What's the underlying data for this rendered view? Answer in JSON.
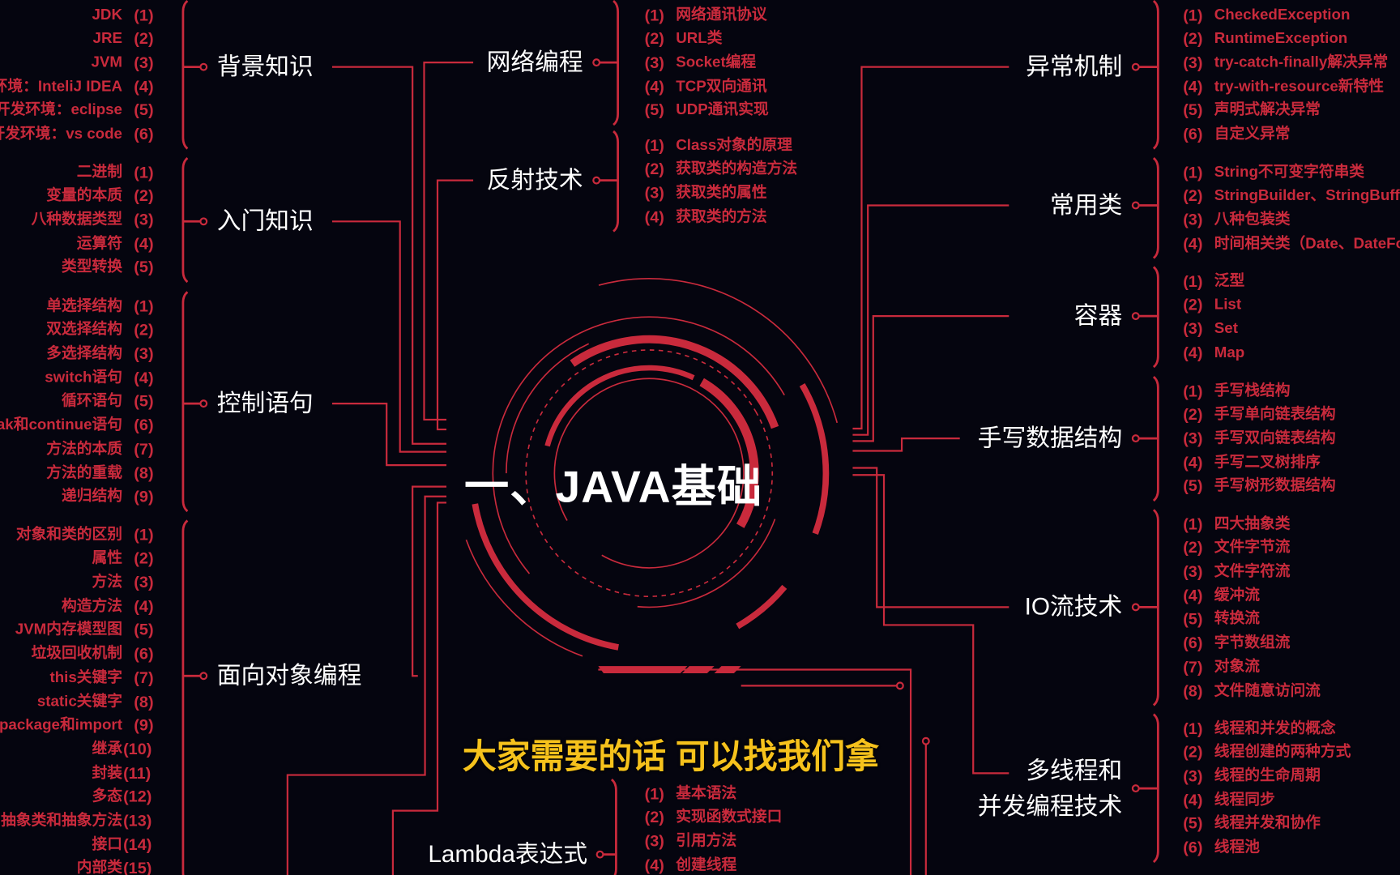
{
  "title": "一、JAVA基础",
  "subtitle": "大家需要的话 可以找我们拿",
  "colors": {
    "background": "#05050f",
    "accent_red": "#c92a3c",
    "label_white": "#ffffff",
    "subtitle_yellow": "#f6c21c"
  },
  "branches": [
    {
      "label": "背景知识",
      "items": [
        {
          "num": "(1)",
          "text": "JDK"
        },
        {
          "num": "(2)",
          "text": "JRE"
        },
        {
          "num": "(3)",
          "text": "JVM"
        },
        {
          "num": "(4)",
          "text": "开发环境：InteliJ IDEA"
        },
        {
          "num": "(5)",
          "text": "开发环境：eclipse"
        },
        {
          "num": "(6)",
          "text": "开发环境：vs code"
        }
      ]
    },
    {
      "label": "入门知识",
      "items": [
        {
          "num": "(1)",
          "text": "二进制"
        },
        {
          "num": "(2)",
          "text": "变量的本质"
        },
        {
          "num": "(3)",
          "text": "八种数据类型"
        },
        {
          "num": "(4)",
          "text": "运算符"
        },
        {
          "num": "(5)",
          "text": "类型转换"
        }
      ]
    },
    {
      "label": "控制语句",
      "items": [
        {
          "num": "(1)",
          "text": "单选择结构"
        },
        {
          "num": "(2)",
          "text": "双选择结构"
        },
        {
          "num": "(3)",
          "text": "多选择结构"
        },
        {
          "num": "(4)",
          "text": "switch语句"
        },
        {
          "num": "(5)",
          "text": "循环语句"
        },
        {
          "num": "(6)",
          "text": "break和continue语句"
        },
        {
          "num": "(7)",
          "text": "方法的本质"
        },
        {
          "num": "(8)",
          "text": "方法的重载"
        },
        {
          "num": "(9)",
          "text": "递归结构"
        }
      ]
    },
    {
      "label": "面向对象编程",
      "items": [
        {
          "num": "(1)",
          "text": "对象和类的区别"
        },
        {
          "num": "(2)",
          "text": "属性"
        },
        {
          "num": "(3)",
          "text": "方法"
        },
        {
          "num": "(4)",
          "text": "构造方法"
        },
        {
          "num": "(5)",
          "text": "JVM内存模型图"
        },
        {
          "num": "(6)",
          "text": "垃圾回收机制"
        },
        {
          "num": "(7)",
          "text": "this关键字"
        },
        {
          "num": "(8)",
          "text": "static关键字"
        },
        {
          "num": "(9)",
          "text": "package和import"
        },
        {
          "num": "(10)",
          "text": "继承"
        },
        {
          "num": "(11)",
          "text": "封装"
        },
        {
          "num": "(12)",
          "text": "多态"
        },
        {
          "num": "(13)",
          "text": "抽象类和抽象方法"
        },
        {
          "num": "(14)",
          "text": "接口"
        },
        {
          "num": "(15)",
          "text": "内部类"
        }
      ]
    },
    {
      "label": "网络编程",
      "items": [
        {
          "num": "(1)",
          "text": "网络通讯协议"
        },
        {
          "num": "(2)",
          "text": "URL类"
        },
        {
          "num": "(3)",
          "text": "Socket编程"
        },
        {
          "num": "(4)",
          "text": "TCP双向通讯"
        },
        {
          "num": "(5)",
          "text": "UDP通讯实现"
        }
      ]
    },
    {
      "label": "反射技术",
      "items": [
        {
          "num": "(1)",
          "text": "Class对象的原理"
        },
        {
          "num": "(2)",
          "text": "获取类的构造方法"
        },
        {
          "num": "(3)",
          "text": "获取类的属性"
        },
        {
          "num": "(4)",
          "text": "获取类的方法"
        }
      ]
    },
    {
      "label": "Lambda表达式",
      "items": [
        {
          "num": "(1)",
          "text": "基本语法"
        },
        {
          "num": "(2)",
          "text": "实现函数式接口"
        },
        {
          "num": "(3)",
          "text": "引用方法"
        },
        {
          "num": "(4)",
          "text": "创建线程"
        }
      ]
    },
    {
      "label": "异常机制",
      "items": [
        {
          "num": "(1)",
          "text": "CheckedException"
        },
        {
          "num": "(2)",
          "text": "RuntimeException"
        },
        {
          "num": "(3)",
          "text": "try-catch-finally解决异常"
        },
        {
          "num": "(4)",
          "text": "try-with-resource新特性"
        },
        {
          "num": "(5)",
          "text": "声明式解决异常"
        },
        {
          "num": "(6)",
          "text": "自定义异常"
        }
      ]
    },
    {
      "label": "常用类",
      "items": [
        {
          "num": "(1)",
          "text": "String不可变字符串类"
        },
        {
          "num": "(2)",
          "text": "StringBuilder、StringBuffer"
        },
        {
          "num": "(3)",
          "text": "八种包装类"
        },
        {
          "num": "(4)",
          "text": "时间相关类（Date、DateFormat）"
        }
      ]
    },
    {
      "label": "容器",
      "items": [
        {
          "num": "(1)",
          "text": "泛型"
        },
        {
          "num": "(2)",
          "text": "List"
        },
        {
          "num": "(3)",
          "text": "Set"
        },
        {
          "num": "(4)",
          "text": "Map"
        }
      ]
    },
    {
      "label": "手写数据结构",
      "items": [
        {
          "num": "(1)",
          "text": "手写栈结构"
        },
        {
          "num": "(2)",
          "text": "手写单向链表结构"
        },
        {
          "num": "(3)",
          "text": "手写双向链表结构"
        },
        {
          "num": "(4)",
          "text": "手写二叉树排序"
        },
        {
          "num": "(5)",
          "text": "手写树形数据结构"
        }
      ]
    },
    {
      "label": "IO流技术",
      "items": [
        {
          "num": "(1)",
          "text": "四大抽象类"
        },
        {
          "num": "(2)",
          "text": "文件字节流"
        },
        {
          "num": "(3)",
          "text": "文件字符流"
        },
        {
          "num": "(4)",
          "text": "缓冲流"
        },
        {
          "num": "(5)",
          "text": "转换流"
        },
        {
          "num": "(6)",
          "text": "字节数组流"
        },
        {
          "num": "(7)",
          "text": "对象流"
        },
        {
          "num": "(8)",
          "text": "文件随意访问流"
        }
      ]
    },
    {
      "label": "多线程和\n并发编程技术",
      "items": [
        {
          "num": "(1)",
          "text": "线程和并发的概念"
        },
        {
          "num": "(2)",
          "text": "线程创建的两种方式"
        },
        {
          "num": "(3)",
          "text": "线程的生命周期"
        },
        {
          "num": "(4)",
          "text": "线程同步"
        },
        {
          "num": "(5)",
          "text": "线程并发和协作"
        },
        {
          "num": "(6)",
          "text": "线程池"
        }
      ]
    }
  ]
}
